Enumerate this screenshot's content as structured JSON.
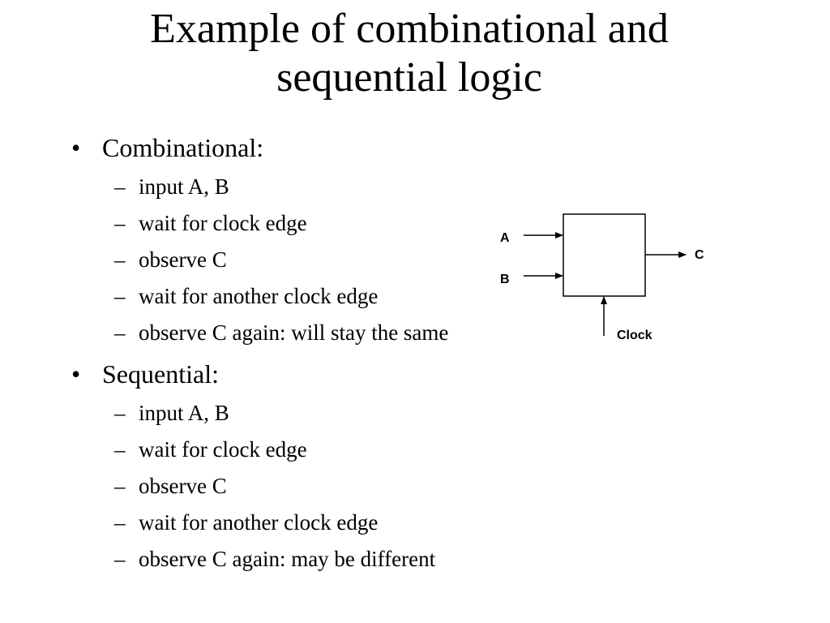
{
  "slide": {
    "title_line1": "Example of combinational and",
    "title_line2": "sequential logic",
    "bullet_marker": "•",
    "dash_marker": "–",
    "sections": [
      {
        "heading": "Combinational:",
        "items": [
          "input A, B",
          "wait for clock edge",
          "observe C",
          "wait for another clock edge",
          "observe C again: will stay the same"
        ]
      },
      {
        "heading": "Sequential:",
        "items": [
          "input A, B",
          "wait for clock edge",
          "observe C",
          "wait for another clock edge",
          "observe C again: may be different"
        ]
      }
    ]
  },
  "diagram": {
    "input_a": "A",
    "input_b": "B",
    "output_c": "C",
    "clock": "Clock"
  }
}
